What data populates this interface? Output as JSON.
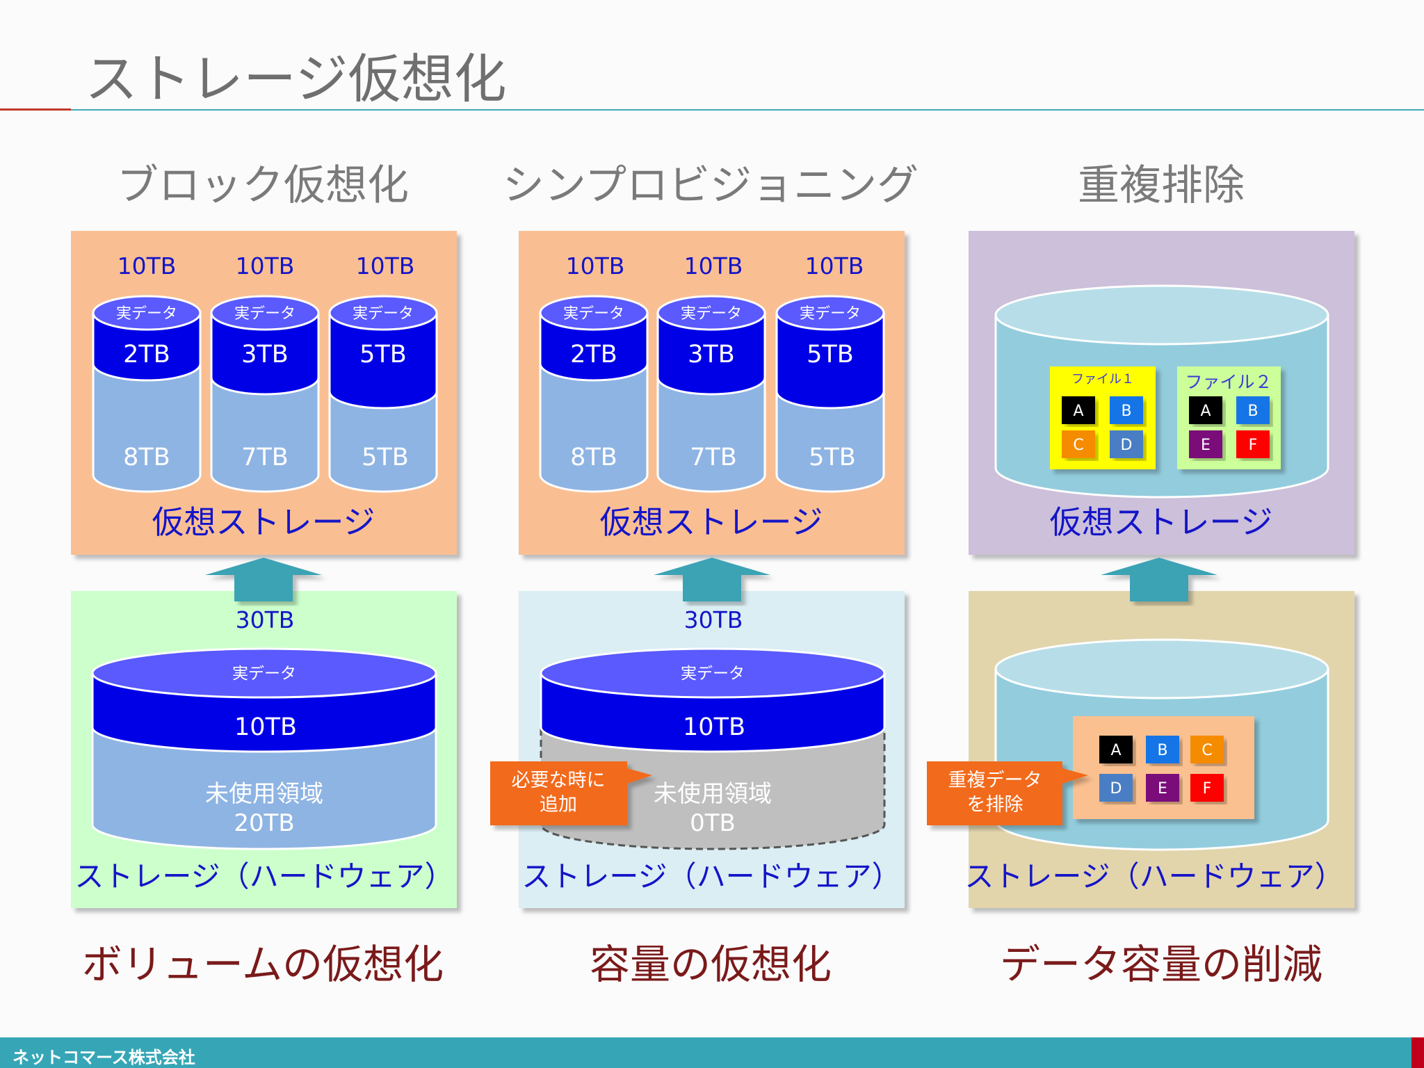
{
  "slide": {
    "title": "ストレージ仮想化",
    "columns": [
      {
        "heading": "ブロック仮想化",
        "conclusion": "ボリュームの仮想化"
      },
      {
        "heading": "シンプロビジョニング",
        "conclusion": "容量の仮想化"
      },
      {
        "heading": "重複排除",
        "conclusion": "データ容量の削減"
      }
    ],
    "footer": "ネットコマース株式会社"
  },
  "block_virtualization": {
    "virtual_label": "仮想ストレージ",
    "hardware_label": "ストレージ（ハードウェア）",
    "capacity": "30TB",
    "volumes": [
      {
        "size": "10TB",
        "data_label": "実データ",
        "used": "2TB",
        "free": "8TB"
      },
      {
        "size": "10TB",
        "data_label": "実データ",
        "used": "3TB",
        "free": "7TB"
      },
      {
        "size": "10TB",
        "data_label": "実データ",
        "used": "5TB",
        "free": "5TB"
      }
    ],
    "physical": {
      "data_label": "実データ",
      "used": "10TB",
      "unused_label": "未使用領域",
      "unused": "20TB"
    }
  },
  "thin_provisioning": {
    "virtual_label": "仮想ストレージ",
    "hardware_label": "ストレージ（ハードウェア）",
    "capacity": "30TB",
    "volumes": [
      {
        "size": "10TB",
        "data_label": "実データ",
        "used": "2TB",
        "free": "8TB"
      },
      {
        "size": "10TB",
        "data_label": "実データ",
        "used": "3TB",
        "free": "7TB"
      },
      {
        "size": "10TB",
        "data_label": "実データ",
        "used": "5TB",
        "free": "5TB"
      }
    ],
    "physical": {
      "data_label": "実データ",
      "used": "10TB",
      "unused_label": "未使用領域",
      "unused": "0TB"
    },
    "callout": [
      "必要な時に",
      "追加"
    ]
  },
  "deduplication": {
    "virtual_label": "仮想ストレージ",
    "hardware_label": "ストレージ（ハードウェア）",
    "file1": {
      "name": "ファイル１",
      "blocks": [
        "A",
        "B",
        "C",
        "D"
      ]
    },
    "file2": {
      "name": "ファイル２",
      "blocks": [
        "A",
        "B",
        "E",
        "F"
      ]
    },
    "stored_blocks": [
      "A",
      "B",
      "C",
      "D",
      "E",
      "F"
    ],
    "callout": [
      "重複データ",
      "を排除"
    ]
  },
  "colors": {
    "virtual_bg": "#f9bf93",
    "virtual_bg_dedup": "#ccc0da",
    "hw_bg_block": "#ccffcc",
    "hw_bg_thin": "#daeef3",
    "hw_bg_dedup": "#e2d5ac",
    "used_blue": "#0000e6",
    "free_blue": "#8eb4e3",
    "label_blue": "#1414c8",
    "arrow": "#3aa3b4",
    "callout": "#f26a1b"
  }
}
